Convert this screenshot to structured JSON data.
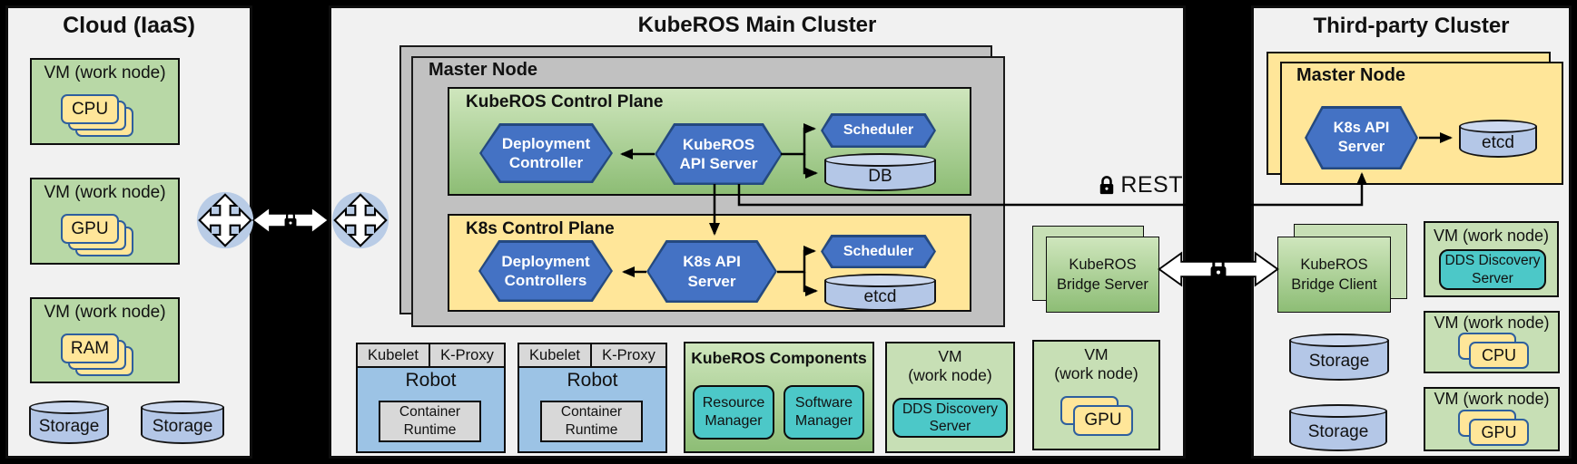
{
  "cloud": {
    "title": "Cloud (IaaS)",
    "vms": [
      {
        "title": "VM (work node)",
        "chip": "CPU"
      },
      {
        "title": "VM (work node)",
        "chip": "GPU"
      },
      {
        "title": "VM (work node)",
        "chip": "RAM"
      }
    ],
    "storages": [
      "Storage",
      "Storage"
    ]
  },
  "main": {
    "title": "KubeROS Main Cluster",
    "master_label": "Master Node",
    "kuberos_plane": {
      "title": "KubeROS Control Plane",
      "deployment_l1": "Deployment",
      "deployment_l2": "Controller",
      "api_l1": "KubeROS",
      "api_l2": "API Server",
      "scheduler": "Scheduler",
      "db": "DB"
    },
    "k8s_plane": {
      "title": "K8s Control Plane",
      "deployment_l1": "Deployment",
      "deployment_l2": "Controllers",
      "api_l1": "K8s API",
      "api_l2": "Server",
      "scheduler": "Scheduler",
      "etcd": "etcd"
    },
    "robots": [
      {
        "kubelet": "Kubelet",
        "kproxy": "K-Proxy",
        "title": "Robot",
        "runtime_l1": "Container",
        "runtime_l2": "Runtime"
      },
      {
        "kubelet": "Kubelet",
        "kproxy": "K-Proxy",
        "title": "Robot",
        "runtime_l1": "Container",
        "runtime_l2": "Runtime"
      }
    ],
    "components": {
      "title": "KubeROS Components",
      "resource_l1": "Resource",
      "resource_l2": "Manager",
      "software_l1": "Software",
      "software_l2": "Manager"
    },
    "vm_dds": {
      "title_l1": "VM",
      "title_l2": "(work node)",
      "chip_l1": "DDS Discovery",
      "chip_l2": "Server"
    },
    "vm_gpu": {
      "title_l1": "VM",
      "title_l2": "(work node)",
      "chip": "GPU"
    },
    "bridge_server_l1": "KubeROS",
    "bridge_server_l2": "Bridge Server",
    "rest_label": "REST"
  },
  "third": {
    "title": "Third-party Cluster",
    "master_label": "Master Node",
    "api_l1": "K8s API",
    "api_l2": "Server",
    "etcd": "etcd",
    "bridge_client_l1": "KubeROS",
    "bridge_client_l2": "Bridge Client",
    "storages": [
      "Storage",
      "Storage"
    ],
    "vm_dds": {
      "title": "VM (work node)",
      "chip_l1": "DDS Discovery",
      "chip_l2": "Server"
    },
    "vm_cpu": {
      "title": "VM (work node)",
      "chip": "CPU"
    },
    "vm_gpu": {
      "title": "VM (work node)",
      "chip": "GPU"
    }
  },
  "colors": {
    "panel_bg": "#f1f1f1",
    "green_vm": "#b8d8a6",
    "green_gradient_top": "#cfe6bd",
    "green_gradient_bottom": "#8dbd75",
    "yellow": "#ffe699",
    "hexagon_blue": "#4472c4",
    "teal": "#4cc8c8",
    "cylinder_blue": "#b4c7e7",
    "robot_blue": "#9cc3e5",
    "node_gray": "#c1c1c1",
    "icon_circle_blue": "#b9cce6"
  }
}
